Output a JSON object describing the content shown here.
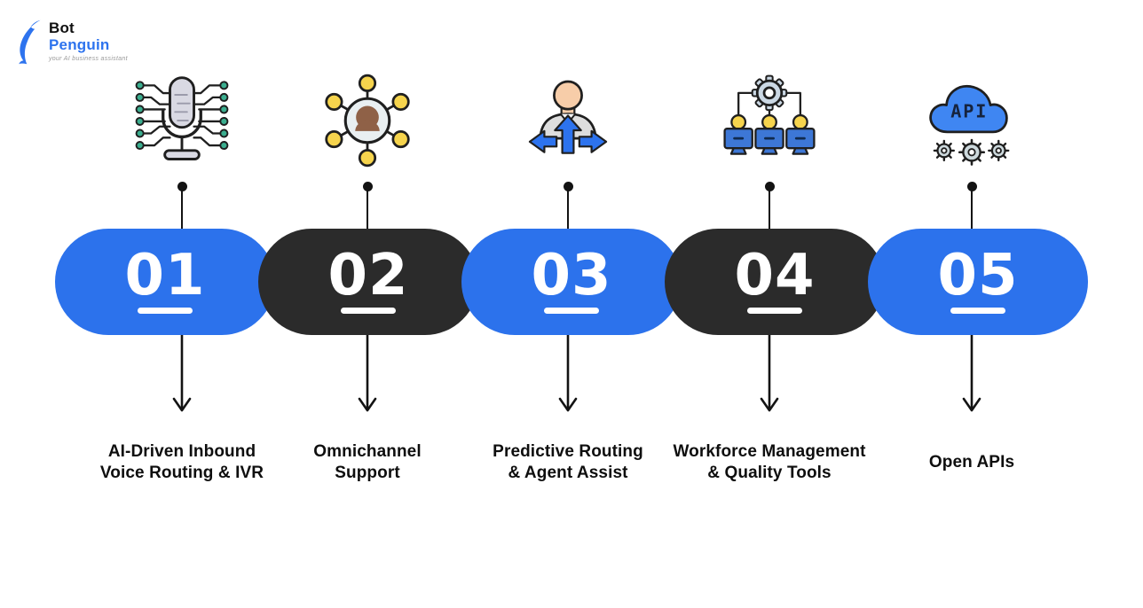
{
  "logo": {
    "name": "BotPenguin",
    "title_part1": "Bot",
    "title_part2": "Penguin",
    "tagline": "your AI business assistant"
  },
  "steps": [
    {
      "number": "01",
      "label": "AI-Driven Inbound\nVoice Routing & IVR",
      "icon": "microphone-circuit-icon",
      "pill_color_name": "blue"
    },
    {
      "number": "02",
      "label": "Omnichannel\nSupport",
      "icon": "omnichannel-network-icon",
      "pill_color_name": "dark"
    },
    {
      "number": "03",
      "label": "Predictive Routing\n& Agent Assist",
      "icon": "routing-agent-arrows-icon",
      "pill_color_name": "blue"
    },
    {
      "number": "04",
      "label": "Workforce Management\n& Quality Tools",
      "icon": "workforce-gear-monitors-icon",
      "pill_color_name": "dark"
    },
    {
      "number": "05",
      "label": "Open APIs",
      "icon": "api-cloud-gears-icon",
      "pill_color_name": "blue"
    }
  ],
  "icon_text": {
    "api_cloud_label": "API"
  },
  "colors": {
    "background": "#FFFFFF",
    "pill_blue": "#2C72EC",
    "pill_dark": "#2B2B2B",
    "number_text": "#FFFFFF",
    "underline": "#FFFFFF",
    "label_text": "#0E0E0E",
    "connector": "#131313",
    "logo_blue": "#2D73EE",
    "logo_dark": "#101010",
    "tagline_gray": "#9A9A9A",
    "icon_green_dot": "#3BAE8F",
    "icon_yellow": "#F6D44D",
    "icon_skin": "#F7CDA9",
    "icon_brown": "#8F6147",
    "icon_gray_fill": "#D9D9E3",
    "icon_blue_fill": "#3F86F2"
  }
}
